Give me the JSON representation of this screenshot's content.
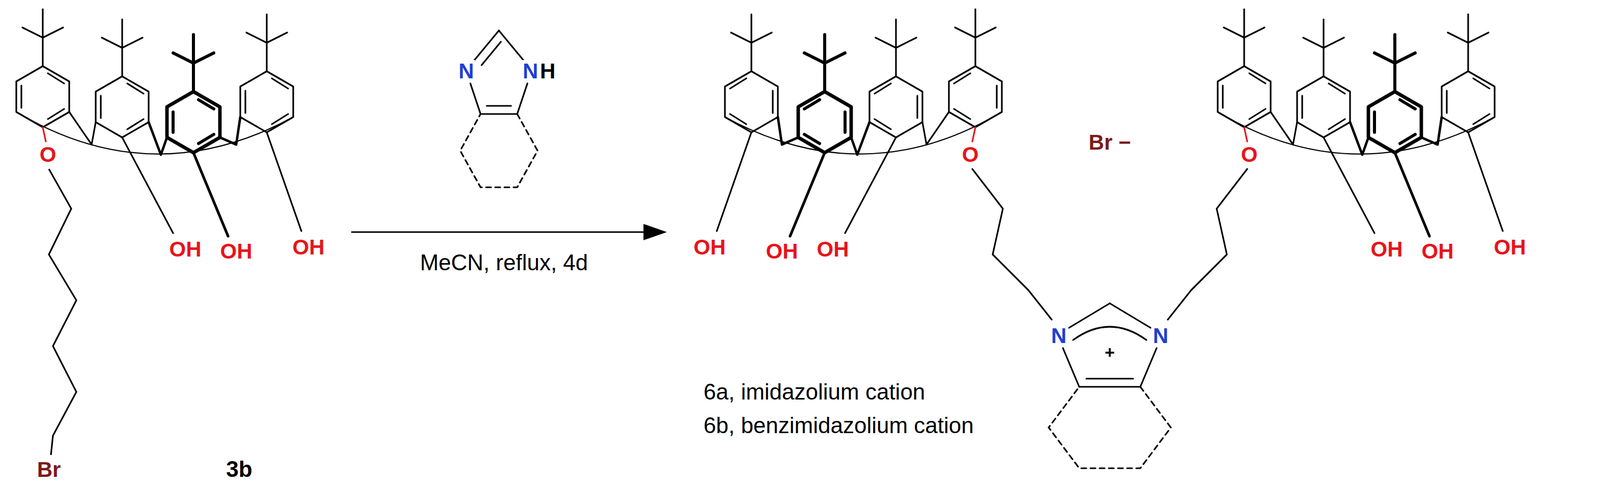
{
  "diagram": {
    "labels": [
      "O",
      "OH",
      "OH",
      "OH",
      "Br",
      "3b",
      "N",
      "N",
      "H",
      "MeCN, reflux, 4d",
      "OH",
      "OH",
      "OH",
      "O",
      "Br −",
      "O",
      "OH",
      "OH",
      "OH",
      "N",
      "+",
      "N",
      "6a, imidazolium cation",
      "6b, benzimidazolium cation"
    ]
  }
}
